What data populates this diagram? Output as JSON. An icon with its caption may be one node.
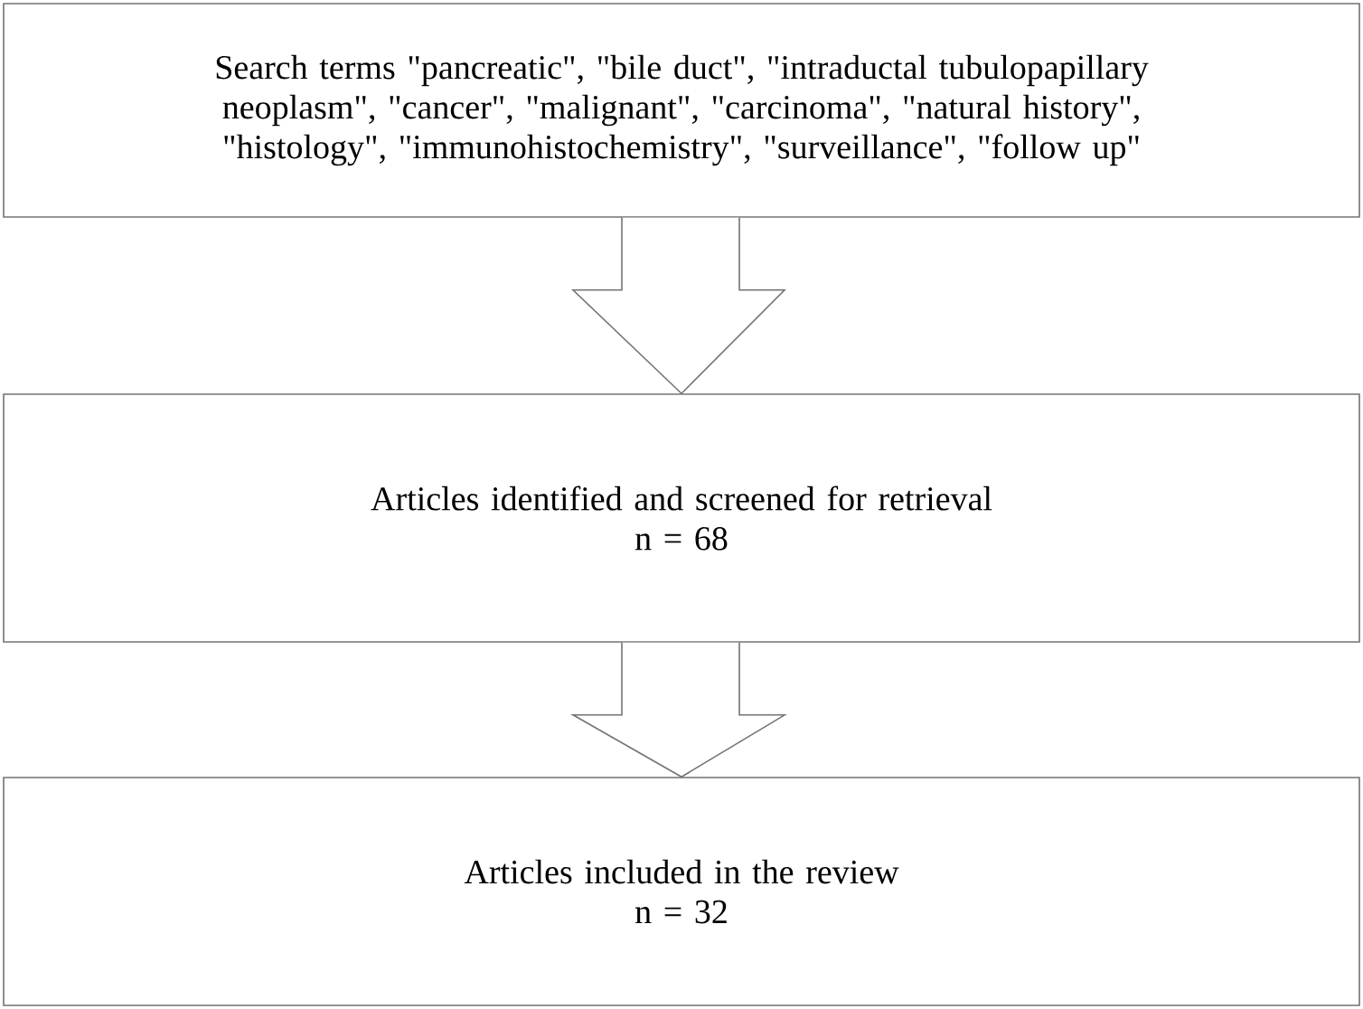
{
  "diagram": {
    "nodes": [
      {
        "text": [
          "Search terms \"pancreatic\", \"bile duct\", \"intraductal tubulopapillary neoplasm\", \"cancer\", \"malignant\", \"carcinoma\", \"natural history\", \"histology\", \"immunohistochemistry\", \"surveillance\", \"follow up\""
        ]
      },
      {
        "text": [
          "Articles identified and screened for retrieval",
          "n = 68"
        ]
      },
      {
        "text": [
          "Articles included in the review",
          "n = 32"
        ]
      }
    ],
    "edges": [
      {
        "from": 0,
        "to": 1,
        "arrow": "to"
      },
      {
        "from": 1,
        "to": 2,
        "arrow": "to"
      }
    ]
  }
}
